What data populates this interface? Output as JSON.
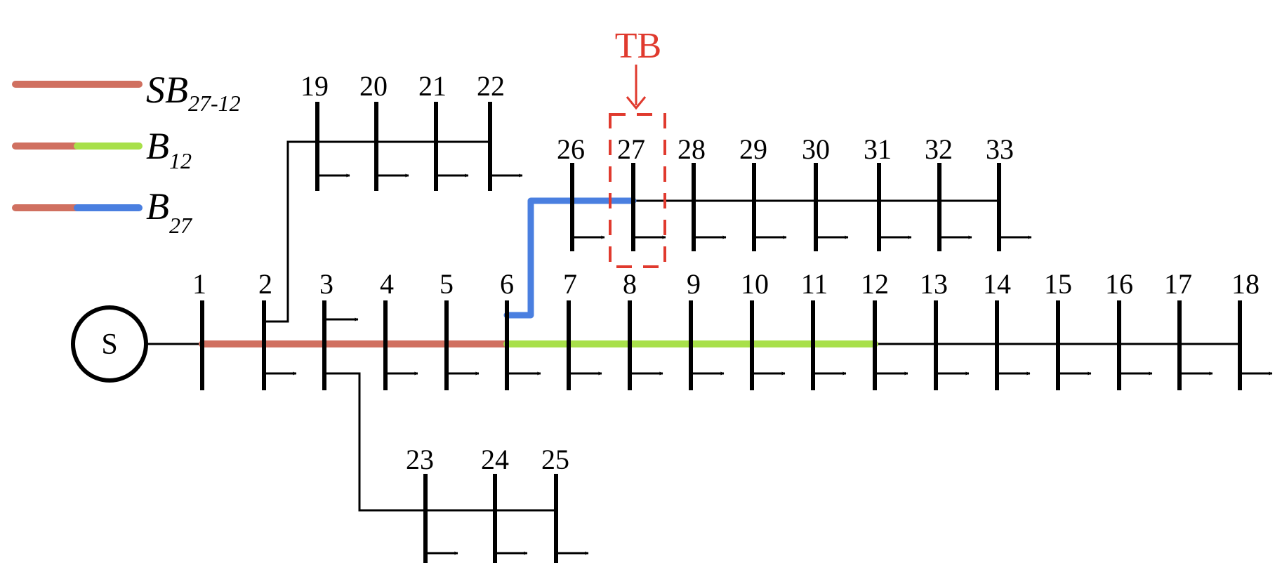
{
  "colors": {
    "line": "#000000",
    "sb_27_12": "#d07060",
    "b12_part": "#a8e04a",
    "b27_part": "#4a7fe0",
    "tb": "#e03a2e"
  },
  "source": {
    "label": "S"
  },
  "buses": {
    "1": "1",
    "2": "2",
    "3": "3",
    "4": "4",
    "5": "5",
    "6": "6",
    "7": "7",
    "8": "8",
    "9": "9",
    "10": "10",
    "11": "11",
    "12": "12",
    "13": "13",
    "14": "14",
    "15": "15",
    "16": "16",
    "17": "17",
    "18": "18",
    "19": "19",
    "20": "20",
    "21": "21",
    "22": "22",
    "23": "23",
    "24": "24",
    "25": "25",
    "26": "26",
    "27": "27",
    "28": "28",
    "29": "29",
    "30": "30",
    "31": "31",
    "32": "32",
    "33": "33"
  },
  "tb_label": "TB",
  "legend": [
    {
      "main": "SB",
      "sub": "27-12",
      "colors": [
        "sb_27_12"
      ]
    },
    {
      "main": "B",
      "sub": "12",
      "colors": [
        "sb_27_12",
        "b12_part"
      ]
    },
    {
      "main": "B",
      "sub": "27",
      "colors": [
        "sb_27_12",
        "b27_part"
      ]
    }
  ]
}
